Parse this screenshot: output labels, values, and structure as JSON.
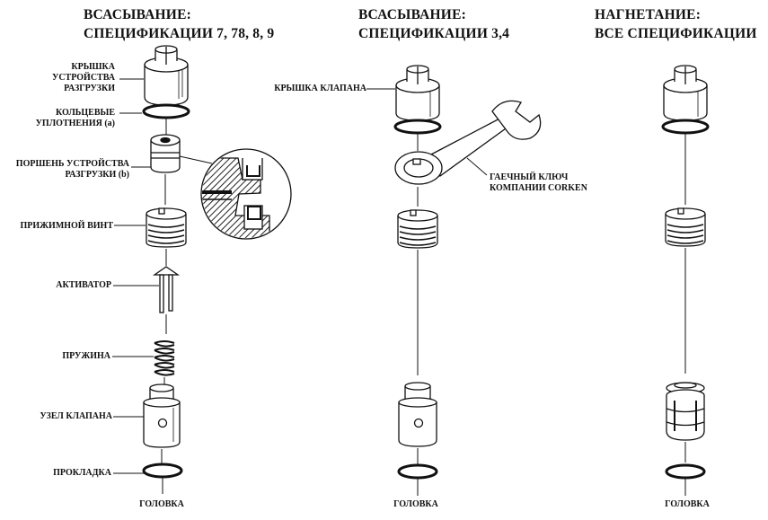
{
  "columns": [
    {
      "title_line1": "ВСАСЫВАНИЕ:",
      "title_line2": "СПЕЦИФИКАЦИИ 7, 78, 8, 9"
    },
    {
      "title_line1": "ВСАСЫВАНИЕ:",
      "title_line2": "СПЕЦИФИКАЦИИ 3,4"
    },
    {
      "title_line1": "НАГНЕТАНИЕ:",
      "title_line2": "ВСЕ СПЕЦИФИКАЦИИ"
    }
  ],
  "labels": {
    "unloader_cap": [
      "КРЫШКА",
      "УСТРОЙСТВА",
      "РАЗГРУЗКИ"
    ],
    "o_rings": [
      "КОЛЬЦЕВЫЕ",
      "УПЛОТНЕНИЯ (a)"
    ],
    "unloader_piston": [
      "ПОРШЕНЬ УСТРОЙСТВА",
      "РАЗГРУЗКИ (b)"
    ],
    "retainer_screw": "ПРИЖИМНОЙ ВИНТ",
    "actuator": "АКТИВАТОР",
    "spring": "ПРУЖИНА",
    "valve_assembly": "УЗЕЛ КЛАПАНА",
    "gasket": "ПРОКЛАДКА",
    "head": "ГОЛОВКА",
    "valve_cap": "КРЫШКА КЛАПАНА",
    "wrench": [
      "ГАЕЧНЫЙ КЛЮЧ",
      "КОМПАНИИ CORKEN"
    ]
  }
}
